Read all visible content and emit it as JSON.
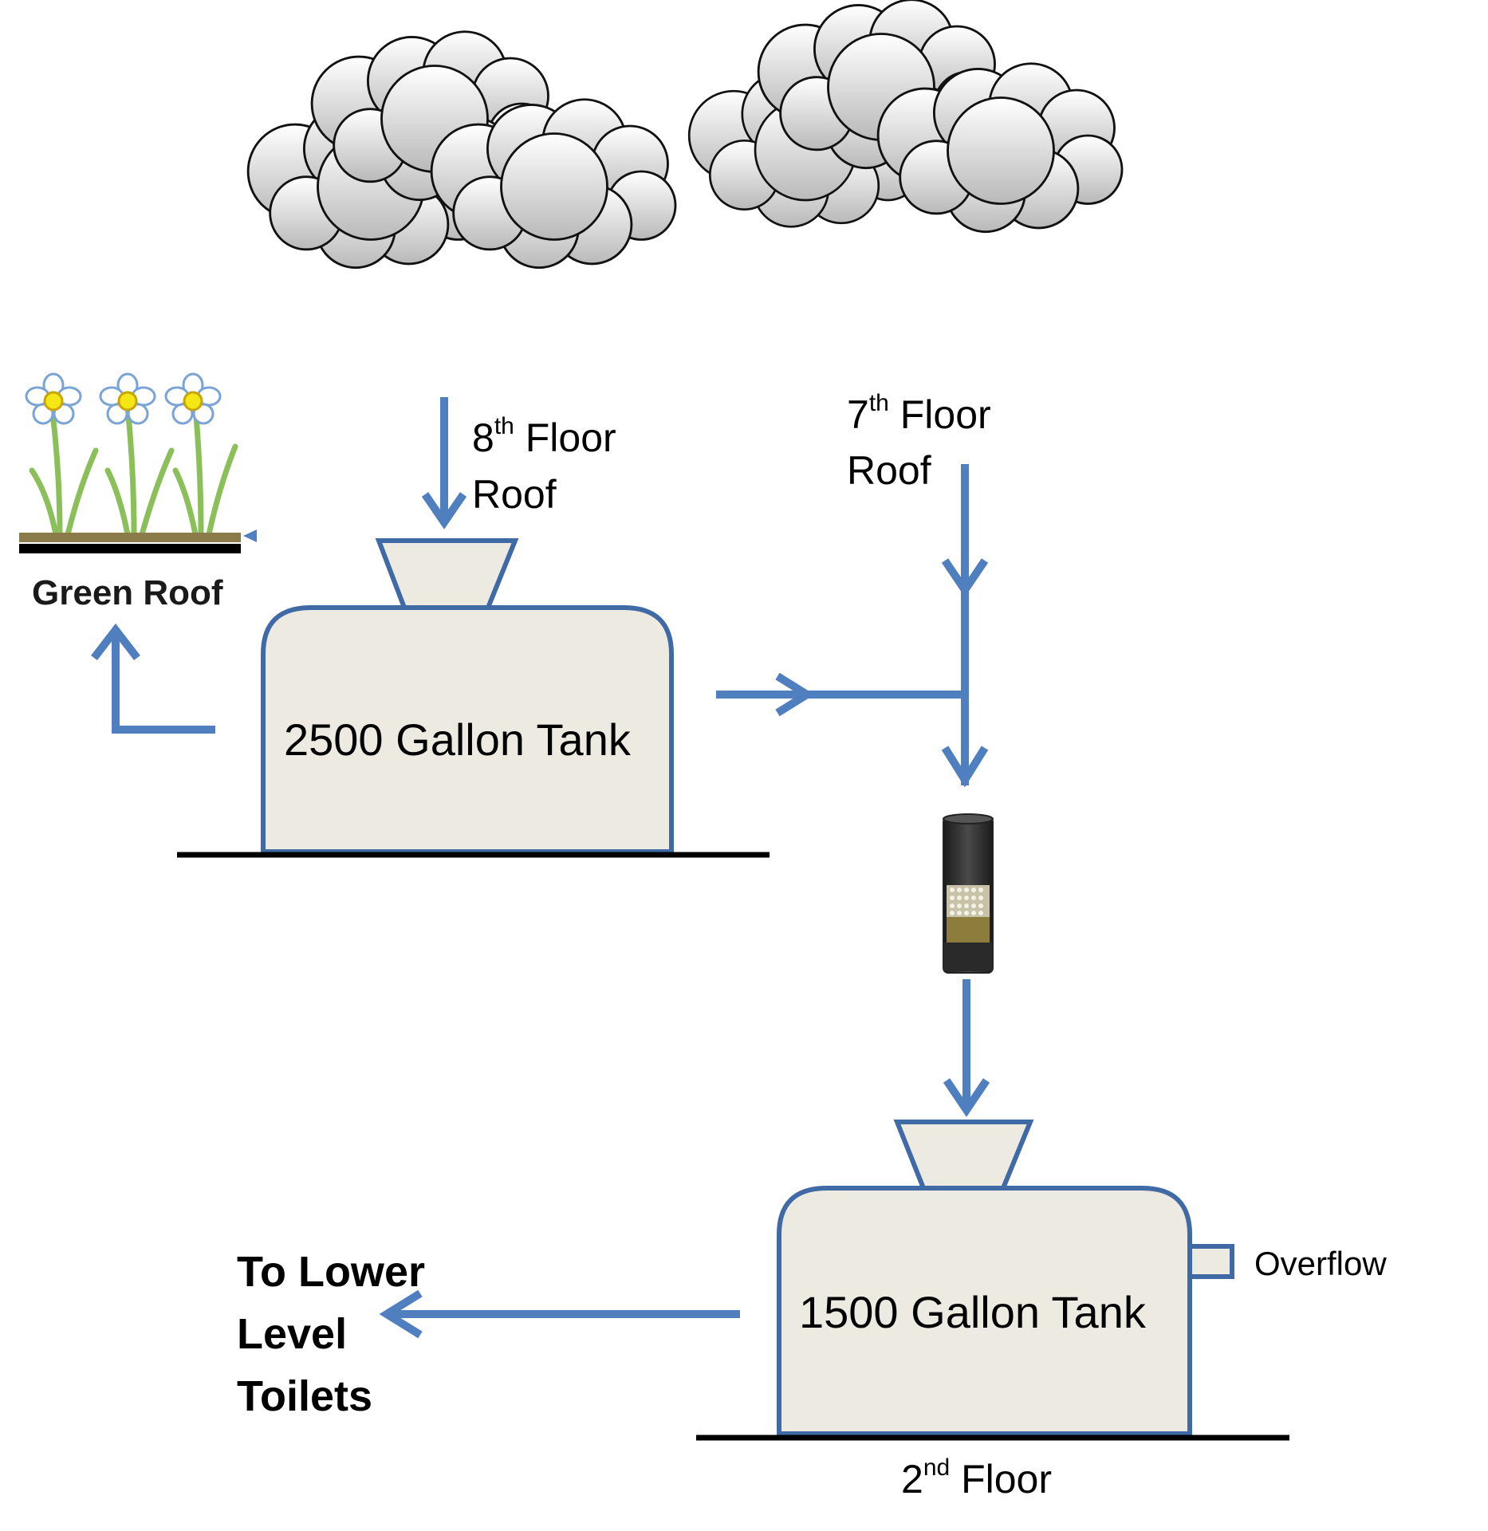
{
  "labels": {
    "green_roof": "Green Roof",
    "eighth_floor_num": "8",
    "eighth_floor_sup": "th",
    "eighth_floor_word": "Floor",
    "eighth_floor_roof": "Roof",
    "seventh_floor_num": "7",
    "seventh_floor_sup": "th",
    "seventh_floor_word": "Floor",
    "seventh_floor_roof": "Roof",
    "tank_upper": "2500 Gallon Tank",
    "tank_lower": "1500 Gallon Tank",
    "overflow": "Overflow",
    "to_lower_line1": "To Lower",
    "to_lower_line2": "Level",
    "to_lower_line3": "Toilets",
    "second_floor_num": "2",
    "second_floor_sup": "nd",
    "second_floor_word": "Floor"
  },
  "colors": {
    "pipe_blue": "#4f7fbf",
    "tank_fill": "#eceae1",
    "tank_stroke": "#3f6aa6",
    "cloud_stroke": "#111111",
    "ground_line": "#000000"
  },
  "icons": [
    "cloud-icon",
    "flower-icon",
    "filter-cartridge-icon"
  ]
}
